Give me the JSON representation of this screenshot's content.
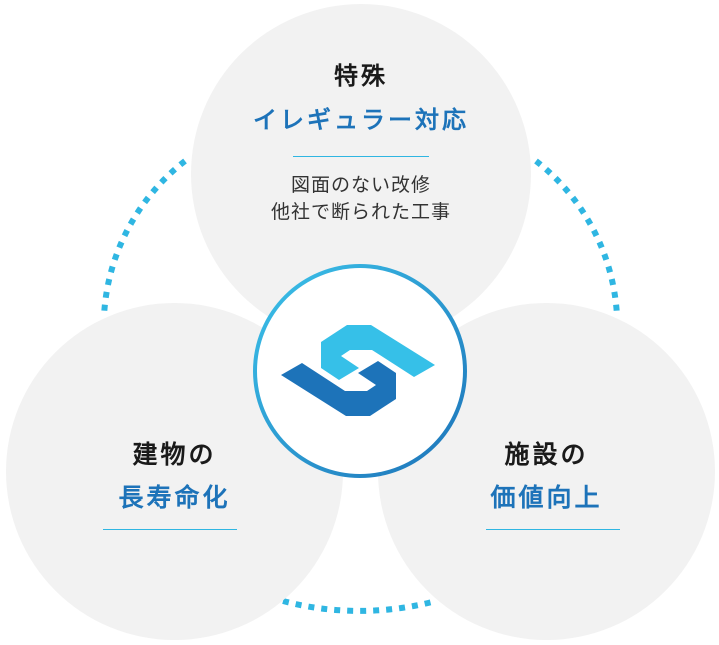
{
  "top": {
    "title_line1": "特殊",
    "title_line2": "イレギュラー対応",
    "desc_line1": "図面のない改修",
    "desc_line2": "他社で断られた工事"
  },
  "left": {
    "title_line1": "建物の",
    "title_line2": "長寿命化"
  },
  "right": {
    "title_line1": "施設の",
    "title_line2": "価値向上"
  },
  "colors": {
    "accent_blue": "#1d73b9",
    "light_blue": "#2fb6e2",
    "circle_gray": "#f2f2f2",
    "text_dark": "#1a1a1a"
  },
  "center_logo": {
    "icon": "company-logo-icon"
  }
}
